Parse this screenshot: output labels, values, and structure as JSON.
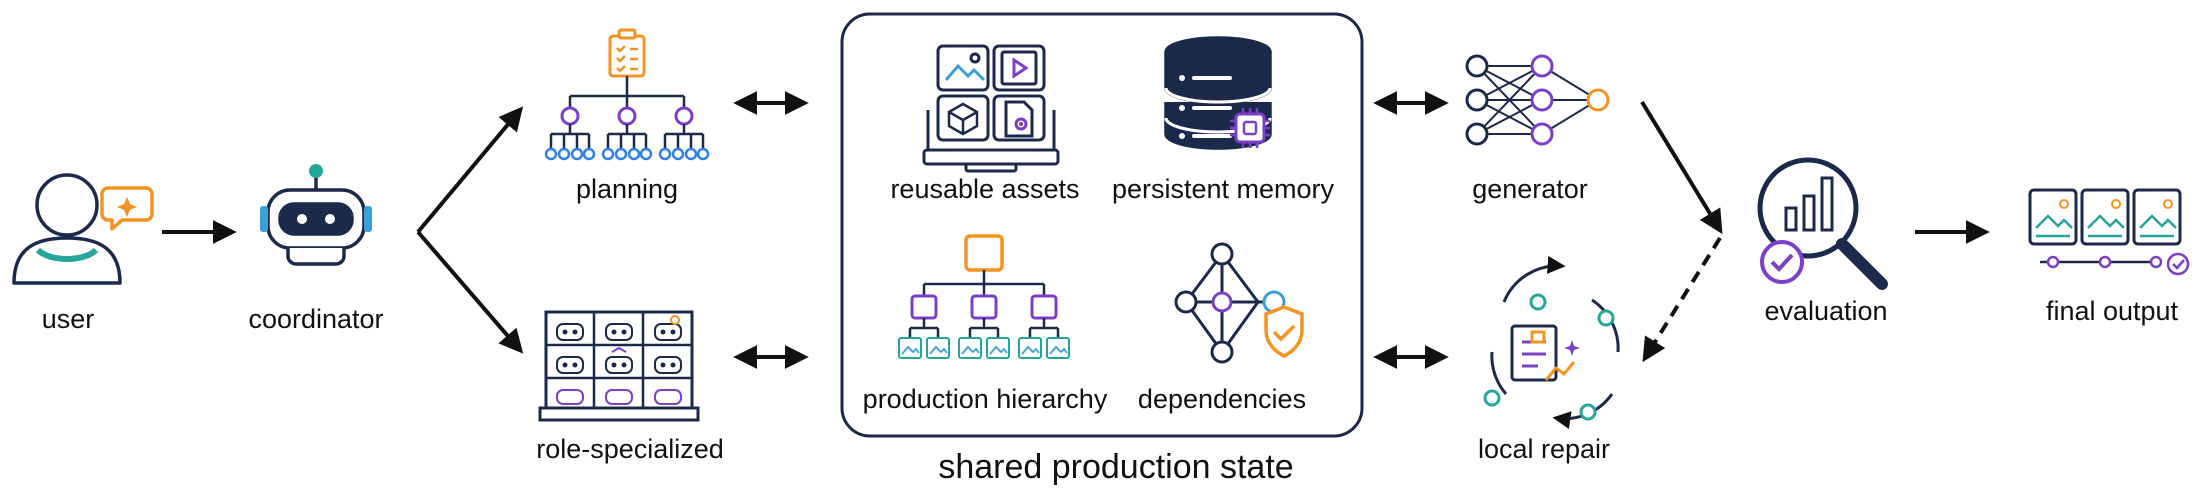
{
  "labels": {
    "user": "user",
    "coordinator": "coordinator",
    "planning": "planning",
    "role_specialized": "role-specialized",
    "reusable_assets": "reusable assets",
    "persistent_memory": "persistent memory",
    "production_hierarchy": "production hierarchy",
    "dependencies": "dependencies",
    "shared_state": "shared production state",
    "generator": "generator",
    "local_repair": "local repair",
    "evaluation": "evaluation",
    "final_output": "final output"
  },
  "colors": {
    "navy": "#1b2a4a",
    "teal": "#26a69a",
    "orange": "#f39422",
    "purple": "#7b3fc9",
    "blue": "#2f80ed",
    "lightblue": "#3aa0d8",
    "black": "#111111"
  },
  "icons": [
    "user-chat-icon",
    "robot-icon",
    "plan-tree-icon",
    "agent-tray-icon",
    "asset-tray-icon",
    "database-icon",
    "hierarchy-icon",
    "dependency-graph-icon",
    "neural-net-icon",
    "repair-cycle-icon",
    "magnifier-chart-icon",
    "frames-output-icon"
  ]
}
